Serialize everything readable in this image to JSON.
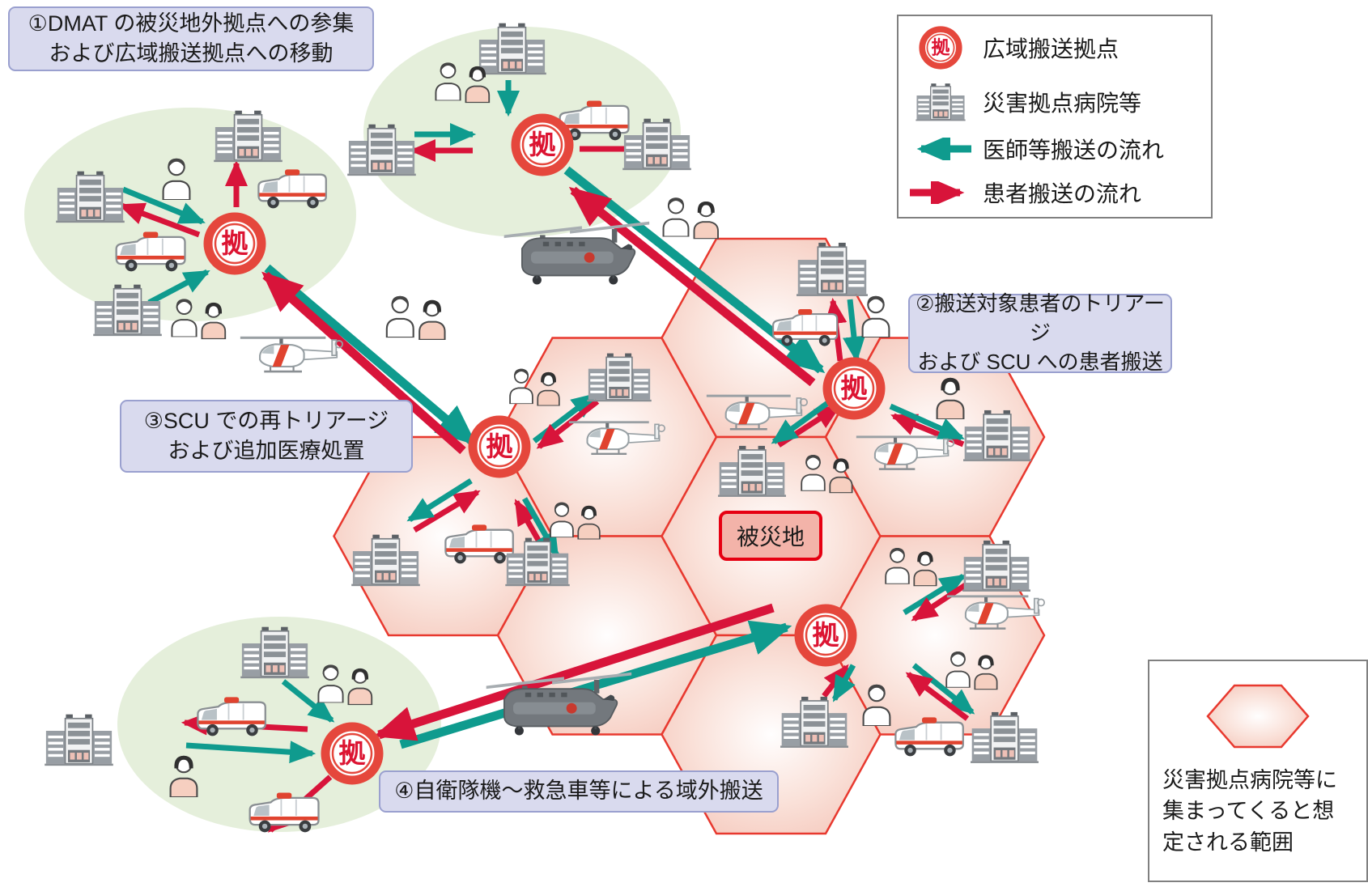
{
  "labels": {
    "step1": "①DMAT の被災地外拠点への参集\nおよび広域搬送拠点への移動",
    "step2": "②搬送対象患者のトリアージ\nおよび SCU への患者搬送",
    "step3": "③SCU での再トリアージ\nおよび追加医療処置",
    "step4": "④自衛隊機〜救急車等による域外搬送",
    "disaster_area": "被災地",
    "range_note": "災害拠点病院等に\n集まってくると想\n定される範囲"
  },
  "legend": {
    "items": [
      {
        "icon": "kyoten-circle-icon",
        "label": "広域搬送拠点"
      },
      {
        "icon": "hospital-icon",
        "label": "災害拠点病院等"
      },
      {
        "icon": "doctor-flow-arrow-icon",
        "label": "医師等搬送の流れ"
      },
      {
        "icon": "patient-flow-arrow-icon",
        "label": "患者搬送の流れ"
      }
    ]
  },
  "kyoten_char": "拠",
  "colors": {
    "doctor_flow_teal": "#0f9b8e",
    "patient_flow_red": "#d8143a",
    "hexagon_border_red": "#e8392f",
    "hexagon_fill_pink": "#f5c8bc",
    "disaster_label_border": "#e60012",
    "disaster_label_fill": "#f3b3a9",
    "staging_ellipse_green": "#e5efdb",
    "note_box_lavender": "#d9daee",
    "kyoten_ring_red": "#e5473c"
  },
  "icons": {
    "kyoten-circle-icon": "red double-ring circle with 拠 character (wide-area transport base)",
    "hospital-icon": "gray disaster base hospital building",
    "ambulance-icon": "white ambulance with red stripe",
    "ems-helicopter-icon": "white medical helicopter with red stripe",
    "sdf-helicopter-icon": "gray twin-rotor self-defense-force transport helicopter",
    "person-icon": "single DMAT/patient figure",
    "people-pair-icon": "pair of DMAT/patient figures",
    "doctor-flow-arrow-icon": "teal arrow (doctor transport flow)",
    "patient-flow-arrow-icon": "red arrow (patient transport flow)",
    "hexagon-range-icon": "pink hexagon: assumed gathering range of disaster base hospitals"
  }
}
